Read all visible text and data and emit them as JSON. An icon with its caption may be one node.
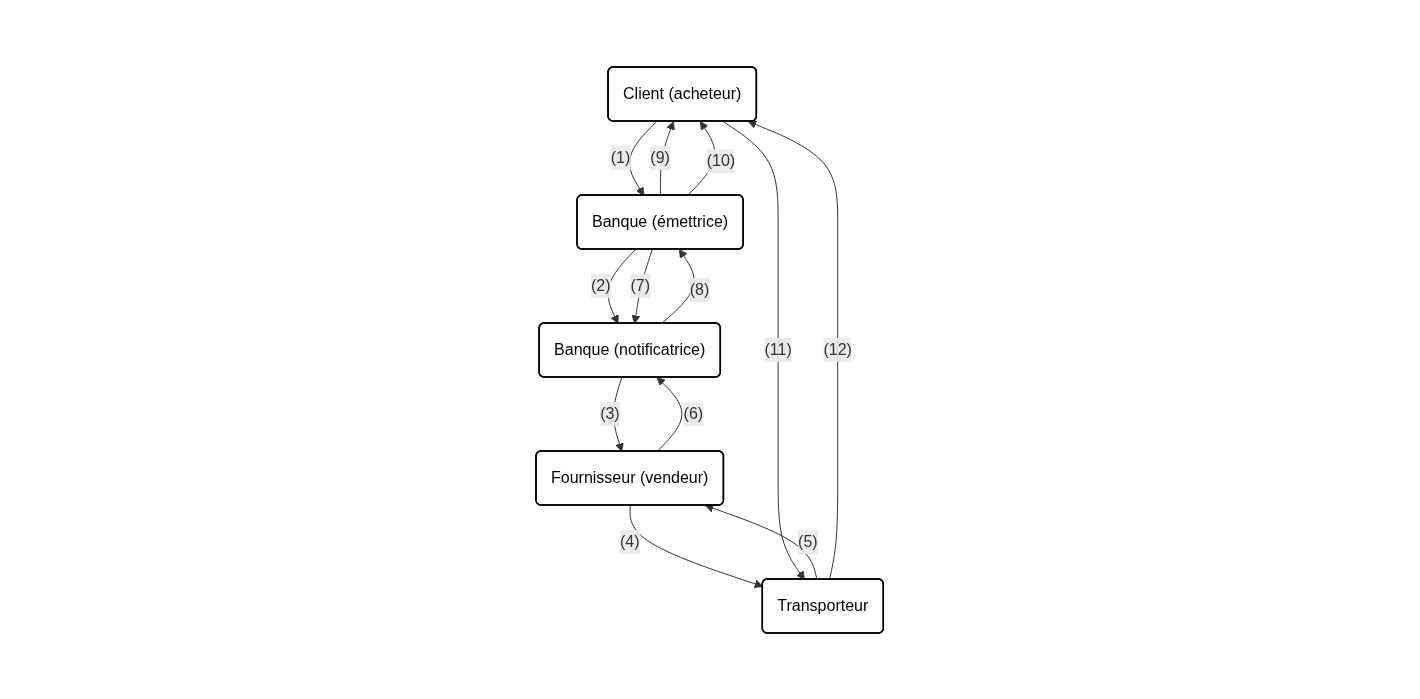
{
  "diagram": {
    "nodes": [
      {
        "text": [
          "Client (acheteur)"
        ]
      },
      {
        "text": [
          "Transporteur"
        ]
      },
      {
        "text": [
          "Fournisseur (vendeur)"
        ]
      },
      {
        "text": [
          "Banque (émettrice)"
        ]
      },
      {
        "text": [
          "Banque (notificatrice)"
        ]
      }
    ],
    "edges": [
      {
        "from": 0,
        "to": 3,
        "arrow": "to",
        "label": "(1)"
      },
      {
        "from": 3,
        "to": 4,
        "arrow": "to",
        "label": "(2)"
      },
      {
        "from": 4,
        "to": 2,
        "arrow": "to",
        "label": "(3)"
      },
      {
        "from": 2,
        "to": 1,
        "arrow": "to",
        "label": "(4)"
      },
      {
        "from": 1,
        "to": 2,
        "arrow": "to",
        "label": "(5)"
      },
      {
        "from": 2,
        "to": 4,
        "arrow": "to",
        "label": "(6)"
      },
      {
        "from": 3,
        "to": 4,
        "arrow": "to",
        "label": "(7)"
      },
      {
        "from": 4,
        "to": 3,
        "arrow": "to",
        "label": "(8)"
      },
      {
        "from": 3,
        "to": 0,
        "arrow": "to",
        "label": "(9)"
      },
      {
        "from": 3,
        "to": 0,
        "arrow": "to",
        "label": "(10)"
      },
      {
        "from": 0,
        "to": 1,
        "arrow": "to",
        "label": "(11)"
      },
      {
        "from": 1,
        "to": 0,
        "arrow": "to",
        "label": "(12)"
      }
    ]
  }
}
